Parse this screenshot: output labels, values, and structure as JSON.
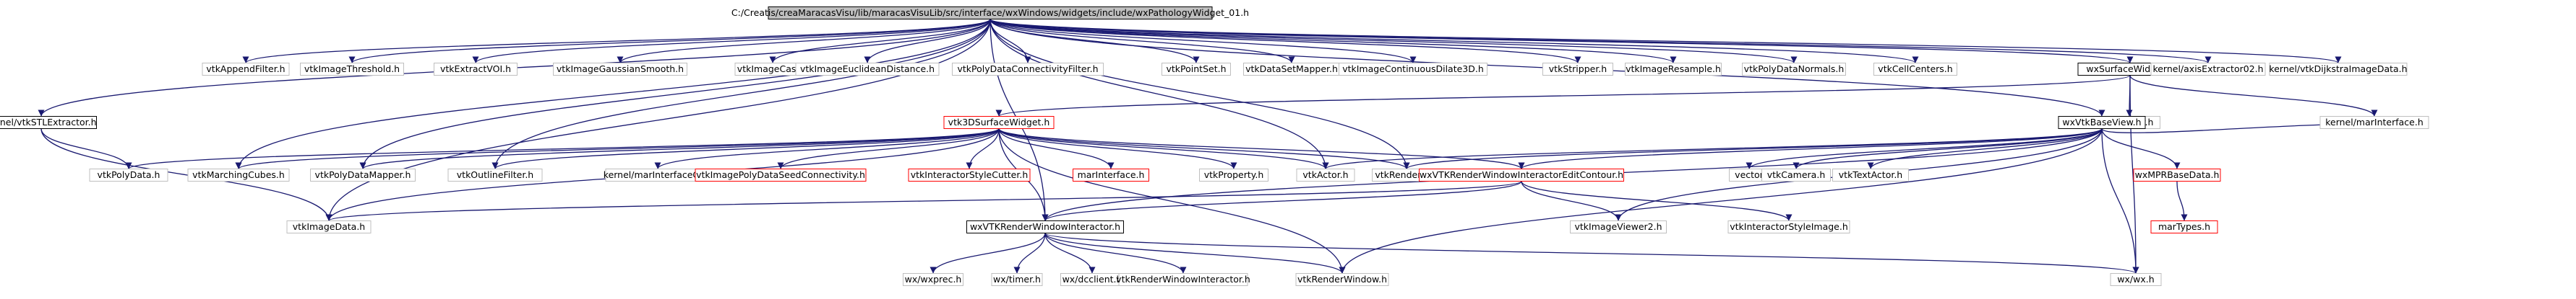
{
  "colors": {
    "edge": "#191970",
    "node_border": "#bfbfbf",
    "root_fill": "#bfbfbf",
    "missing_border": "#ff0000"
  },
  "nodes": [
    {
      "id": "root",
      "label": "C:/Creatis/creaMaracasVisu/lib/maracasVisuLib/src/interface/wxWindows/widgets/include/wxPathologyWidget_01.h",
      "kind": "root"
    },
    {
      "id": "append",
      "label": "vtkAppendFilter.h",
      "kind": "plain"
    },
    {
      "id": "thresh",
      "label": "vtkImageThreshold.h",
      "kind": "plain"
    },
    {
      "id": "voi",
      "label": "vtkExtractVOI.h",
      "kind": "plain"
    },
    {
      "id": "gauss",
      "label": "vtkImageGaussianSmooth.h",
      "kind": "plain"
    },
    {
      "id": "cast",
      "label": "vtkImageCast.h",
      "kind": "plain"
    },
    {
      "id": "eucl",
      "label": "vtkImageEuclideanDistance.h",
      "kind": "plain"
    },
    {
      "id": "pdconn",
      "label": "vtkPolyDataConnectivityFilter.h",
      "kind": "plain"
    },
    {
      "id": "pointset",
      "label": "vtkPointSet.h",
      "kind": "plain"
    },
    {
      "id": "dsmapper",
      "label": "vtkDataSetMapper.h",
      "kind": "plain"
    },
    {
      "id": "dilate",
      "label": "vtkImageContinuousDilate3D.h",
      "kind": "plain"
    },
    {
      "id": "stripper",
      "label": "vtkStripper.h",
      "kind": "plain"
    },
    {
      "id": "resample",
      "label": "vtkImageResample.h",
      "kind": "plain"
    },
    {
      "id": "normals",
      "label": "vtkPolyDataNormals.h",
      "kind": "plain"
    },
    {
      "id": "cellcenters",
      "label": "vtkCellCenters.h",
      "kind": "plain"
    },
    {
      "id": "surfwid",
      "label": "wxSurfaceWidget.h",
      "kind": "boxed"
    },
    {
      "id": "axisext",
      "label": "kernel/axisExtractor02.h",
      "kind": "plain"
    },
    {
      "id": "dijkstra",
      "label": "kernel/vtkDijkstraImageData.h",
      "kind": "plain"
    },
    {
      "id": "stlext",
      "label": "kernel/vtkSTLExtractor.h",
      "kind": "boxed"
    },
    {
      "id": "s3d",
      "label": "vtk3DSurfaceWidget.h",
      "kind": "missing"
    },
    {
      "id": "slider",
      "label": "wx/slider.h",
      "kind": "plain"
    },
    {
      "id": "marint_k",
      "label": "kernel/marInterface.h",
      "kind": "plain"
    },
    {
      "id": "basev",
      "label": "wxVtkBaseView.h",
      "kind": "boxed"
    },
    {
      "id": "polydata",
      "label": "vtkPolyData.h",
      "kind": "plain"
    },
    {
      "id": "mcubes",
      "label": "vtkMarchingCubes.h",
      "kind": "plain"
    },
    {
      "id": "pdmapper",
      "label": "vtkPolyDataMapper.h",
      "kind": "plain"
    },
    {
      "id": "outline",
      "label": "vtkOutlineFilter.h",
      "kind": "plain"
    },
    {
      "id": "marct",
      "label": "kernel/marInterfaceCT.h",
      "kind": "plain"
    },
    {
      "id": "seedconn",
      "label": "vtkImagePolyDataSeedConnectivity.h",
      "kind": "missing"
    },
    {
      "id": "cutter",
      "label": "vtkInteractorStyleCutter.h",
      "kind": "missing"
    },
    {
      "id": "marint",
      "label": "marInterface.h",
      "kind": "missing"
    },
    {
      "id": "property",
      "label": "vtkProperty.h",
      "kind": "plain"
    },
    {
      "id": "actor",
      "label": "vtkActor.h",
      "kind": "plain"
    },
    {
      "id": "renderer",
      "label": "vtkRenderer.h",
      "kind": "plain"
    },
    {
      "id": "editcontour",
      "label": "wxVTKRenderWindowInteractorEditContour.h",
      "kind": "missing"
    },
    {
      "id": "vector",
      "label": "vector",
      "kind": "plain"
    },
    {
      "id": "camera",
      "label": "vtkCamera.h",
      "kind": "plain"
    },
    {
      "id": "textactor",
      "label": "vtkTextActor.h",
      "kind": "plain"
    },
    {
      "id": "mprbase",
      "label": "wxMPRBaseData.h",
      "kind": "missing"
    },
    {
      "id": "imagedata",
      "label": "vtkImageData.h",
      "kind": "plain"
    },
    {
      "id": "rwi",
      "label": "wxVTKRenderWindowInteractor.h",
      "kind": "boxed"
    },
    {
      "id": "viewer2",
      "label": "vtkImageViewer2.h",
      "kind": "plain"
    },
    {
      "id": "styleimage",
      "label": "vtkInteractorStyleImage.h",
      "kind": "plain"
    },
    {
      "id": "martypes",
      "label": "marTypes.h",
      "kind": "missing"
    },
    {
      "id": "wxprec",
      "label": "wx/wxprec.h",
      "kind": "plain"
    },
    {
      "id": "timer",
      "label": "wx/timer.h",
      "kind": "plain"
    },
    {
      "id": "dcclient",
      "label": "wx/dcclient.h",
      "kind": "plain"
    },
    {
      "id": "rwi_vtk",
      "label": "vtkRenderWindowInteractor.h",
      "kind": "plain"
    },
    {
      "id": "renwin",
      "label": "vtkRenderWindow.h",
      "kind": "plain"
    },
    {
      "id": "wxh",
      "label": "wx/wx.h",
      "kind": "plain"
    }
  ],
  "edges": [
    [
      "root",
      "append"
    ],
    [
      "root",
      "thresh"
    ],
    [
      "root",
      "voi"
    ],
    [
      "root",
      "gauss"
    ],
    [
      "root",
      "cast"
    ],
    [
      "root",
      "eucl"
    ],
    [
      "root",
      "pdconn"
    ],
    [
      "root",
      "pointset"
    ],
    [
      "root",
      "dsmapper"
    ],
    [
      "root",
      "dilate"
    ],
    [
      "root",
      "stripper"
    ],
    [
      "root",
      "resample"
    ],
    [
      "root",
      "normals"
    ],
    [
      "root",
      "cellcenters"
    ],
    [
      "root",
      "surfwid"
    ],
    [
      "root",
      "axisext"
    ],
    [
      "root",
      "dijkstra"
    ],
    [
      "root",
      "stlext"
    ],
    [
      "root",
      "basev"
    ],
    [
      "root",
      "mcubes"
    ],
    [
      "root",
      "pdmapper"
    ],
    [
      "root",
      "outline"
    ],
    [
      "root",
      "actor"
    ],
    [
      "root",
      "renderer"
    ],
    [
      "root",
      "imagedata"
    ],
    [
      "root",
      "rwi"
    ],
    [
      "stlext",
      "polydata"
    ],
    [
      "stlext",
      "imagedata"
    ],
    [
      "surfwid",
      "s3d"
    ],
    [
      "surfwid",
      "slider"
    ],
    [
      "surfwid",
      "marint_k"
    ],
    [
      "surfwid",
      "wxh"
    ],
    [
      "s3d",
      "polydata"
    ],
    [
      "s3d",
      "mcubes"
    ],
    [
      "s3d",
      "pdmapper"
    ],
    [
      "s3d",
      "outline"
    ],
    [
      "s3d",
      "marct"
    ],
    [
      "s3d",
      "seedconn"
    ],
    [
      "s3d",
      "cutter"
    ],
    [
      "s3d",
      "marint"
    ],
    [
      "s3d",
      "property"
    ],
    [
      "s3d",
      "actor"
    ],
    [
      "s3d",
      "renderer"
    ],
    [
      "s3d",
      "editcontour"
    ],
    [
      "s3d",
      "imagedata"
    ],
    [
      "s3d",
      "rwi"
    ],
    [
      "s3d",
      "renwin"
    ],
    [
      "basev",
      "actor"
    ],
    [
      "basev",
      "renderer"
    ],
    [
      "basev",
      "editcontour"
    ],
    [
      "basev",
      "vector"
    ],
    [
      "basev",
      "camera"
    ],
    [
      "basev",
      "textactor"
    ],
    [
      "basev",
      "mprbase"
    ],
    [
      "basev",
      "viewer2"
    ],
    [
      "basev",
      "rwi"
    ],
    [
      "basev",
      "renwin"
    ],
    [
      "basev",
      "wxh"
    ],
    [
      "basev",
      "marint_k"
    ],
    [
      "editcontour",
      "rwi"
    ],
    [
      "editcontour",
      "viewer2"
    ],
    [
      "editcontour",
      "styleimage"
    ],
    [
      "editcontour",
      "imagedata"
    ],
    [
      "mprbase",
      "martypes"
    ],
    [
      "rwi",
      "wxprec"
    ],
    [
      "rwi",
      "timer"
    ],
    [
      "rwi",
      "dcclient"
    ],
    [
      "rwi",
      "rwi_vtk"
    ],
    [
      "rwi",
      "renwin"
    ],
    [
      "rwi",
      "wxh"
    ]
  ]
}
